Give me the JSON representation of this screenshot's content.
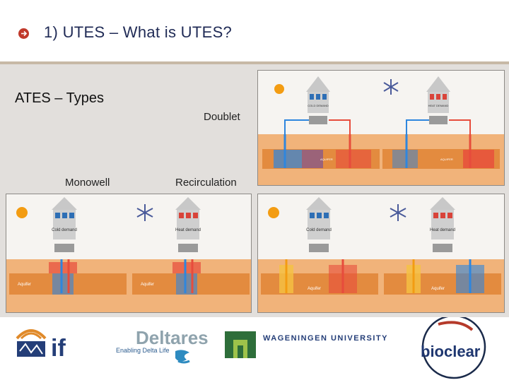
{
  "header": {
    "title": "1) UTES – What is UTES?",
    "bullet_icon": "arrow-right-circle-icon"
  },
  "main": {
    "subtitle": "ATES – Types",
    "labels": {
      "doublet": "Doublet",
      "monowell": "Monowell",
      "recirculation": "Recirculation"
    },
    "diagram_text": {
      "cold_demand_small": "COLD DEMAND",
      "heat_demand_small": "HEAT DEMAND",
      "aquifer_small": "AQUIFER",
      "cold_demand": "Cold demand",
      "heat_demand": "Heat demand",
      "aquifer": "Aquifer"
    },
    "colors": {
      "sun": "#f39c12",
      "snowflake": "#4a5a9a",
      "aquifer": "#e9964a",
      "soil": "#f1b37a",
      "cold": "#2e86de",
      "warm": "#e74c3c"
    }
  },
  "logos": {
    "if_text": "if",
    "deltares_name": "Deltares",
    "deltares_tagline": "Enabling Delta Life",
    "wageningen": "WAGENINGEN UNIVERSITY",
    "bioclear": "bioclear"
  }
}
